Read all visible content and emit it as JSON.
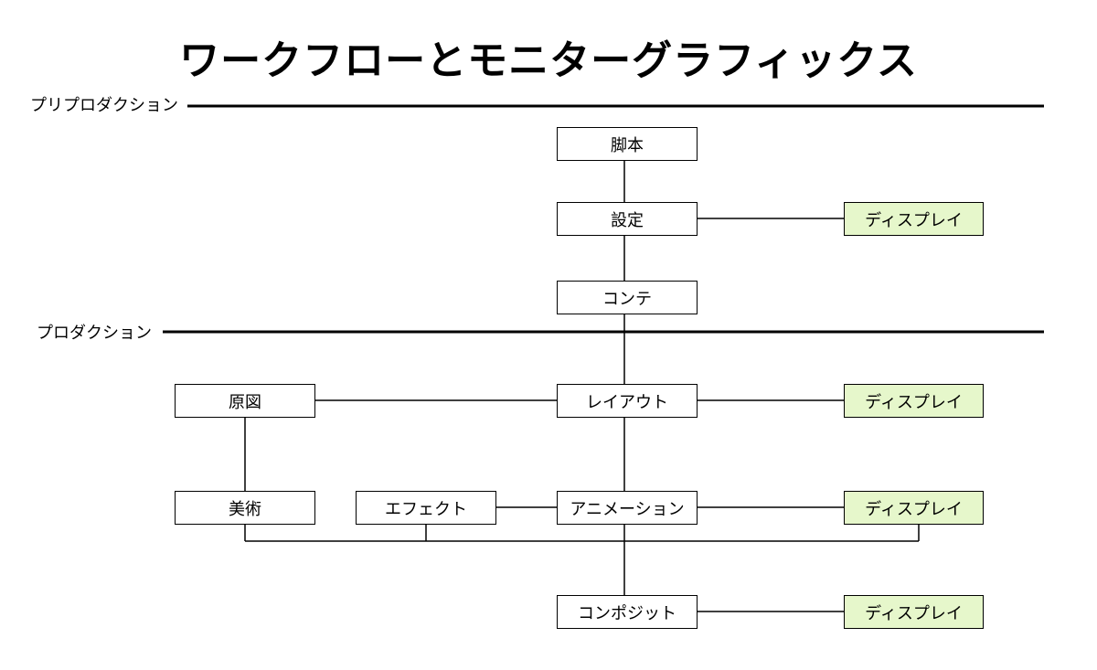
{
  "title": "ワークフローとモニターグラフィックス",
  "phases": {
    "preproduction": "プリプロダクション",
    "production": "プロダクション"
  },
  "nodes": {
    "script": "脚本",
    "settings": "設定",
    "storyboard": "コンテ",
    "key_animation": "原図",
    "layout": "レイアウト",
    "art": "美術",
    "effects": "エフェクト",
    "animation": "アニメーション",
    "composite": "コンポジット",
    "display": "ディスプレイ"
  },
  "colors": {
    "display_fill": "#e6f7cb",
    "line": "#000000"
  }
}
